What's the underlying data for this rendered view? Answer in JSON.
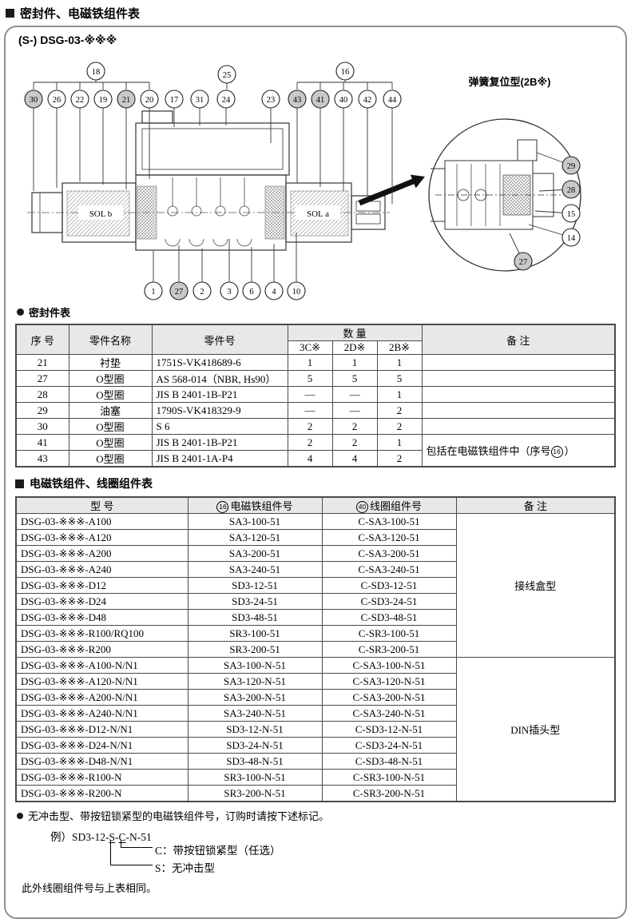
{
  "page": {
    "title": "密封件、电磁铁组件表",
    "model_heading": "(S-) DSG-03-※※※"
  },
  "diagram": {
    "sol_b_label": "SOL b",
    "sol_a_label": "SOL a",
    "detail_title": "弹簧复位型(2B※)",
    "seal_item_numbers": [
      "21",
      "27",
      "28",
      "29",
      "30",
      "41",
      "43"
    ],
    "top_callouts": [
      "18",
      "25",
      "16"
    ],
    "upper_callouts": [
      "30",
      "26",
      "22",
      "19",
      "21",
      "20",
      "17",
      "31",
      "24",
      "23",
      "43",
      "41",
      "40",
      "42",
      "44"
    ],
    "lower_callouts": [
      "1",
      "27",
      "2",
      "3",
      "6",
      "4",
      "10"
    ],
    "detail_callouts": [
      "29",
      "28",
      "15",
      "14",
      "27"
    ]
  },
  "seal_table": {
    "section_title": "密封件表",
    "col_headers": {
      "no": "序 号",
      "name": "零件名称",
      "part_no": "零件号",
      "qty": "数 量",
      "qty_cols": [
        "3C※",
        "2D※",
        "2B※"
      ],
      "remark": "备 注"
    },
    "rows": [
      {
        "no": "21",
        "name": "衬垫",
        "part_no": "1751S-VK418689-6",
        "qty": [
          "1",
          "1",
          "1"
        ],
        "remark": ""
      },
      {
        "no": "27",
        "name": "O型圈",
        "part_no": "AS 568-014（NBR, Hs90）",
        "qty": [
          "5",
          "5",
          "5"
        ],
        "remark": ""
      },
      {
        "no": "28",
        "name": "O型圈",
        "part_no": "JIS B 2401-1B-P21",
        "qty": [
          "—",
          "—",
          "1"
        ],
        "remark": ""
      },
      {
        "no": "29",
        "name": "油塞",
        "part_no": "1790S-VK418329-9",
        "qty": [
          "—",
          "—",
          "2"
        ],
        "remark": ""
      },
      {
        "no": "30",
        "name": "O型圈",
        "part_no": "S 6",
        "qty": [
          "2",
          "2",
          "2"
        ],
        "remark": ""
      },
      {
        "no": "41",
        "name": "O型圈",
        "part_no": "JIS B 2401-1B-P21",
        "qty": [
          "2",
          "2",
          "1"
        ],
        "remark": {
          "prefix": "包括在电磁铁组件中（序号",
          "circled": "16",
          "suffix": "）",
          "rowspan": 2
        }
      },
      {
        "no": "43",
        "name": "O型圈",
        "part_no": "JIS B 2401-1A-P4",
        "qty": [
          "4",
          "4",
          "2"
        ],
        "remark": "merged"
      }
    ]
  },
  "solenoid_table": {
    "section_title": "电磁铁组件、线圈组件表",
    "col_headers": {
      "model": "型  号",
      "solenoid_no_prefix": "16",
      "solenoid_no": "电磁铁组件号",
      "coil_no_prefix": "40",
      "coil_no": "线圈组件号",
      "remark": "备  注"
    },
    "groups": [
      {
        "remark": "接线盒型",
        "rows": [
          [
            "DSG-03-※※※-A100",
            "SA3-100-51",
            "C-SA3-100-51"
          ],
          [
            "DSG-03-※※※-A120",
            "SA3-120-51",
            "C-SA3-120-51"
          ],
          [
            "DSG-03-※※※-A200",
            "SA3-200-51",
            "C-SA3-200-51"
          ],
          [
            "DSG-03-※※※-A240",
            "SA3-240-51",
            "C-SA3-240-51"
          ],
          [
            "DSG-03-※※※-D12",
            "SD3-12-51",
            "C-SD3-12-51"
          ],
          [
            "DSG-03-※※※-D24",
            "SD3-24-51",
            "C-SD3-24-51"
          ],
          [
            "DSG-03-※※※-D48",
            "SD3-48-51",
            "C-SD3-48-51"
          ],
          [
            "DSG-03-※※※-R100/RQ100",
            "SR3-100-51",
            "C-SR3-100-51"
          ],
          [
            "DSG-03-※※※-R200",
            "SR3-200-51",
            "C-SR3-200-51"
          ]
        ]
      },
      {
        "remark": "DIN插头型",
        "rows": [
          [
            "DSG-03-※※※-A100-N/N1",
            "SA3-100-N-51",
            "C-SA3-100-N-51"
          ],
          [
            "DSG-03-※※※-A120-N/N1",
            "SA3-120-N-51",
            "C-SA3-120-N-51"
          ],
          [
            "DSG-03-※※※-A200-N/N1",
            "SA3-200-N-51",
            "C-SA3-200-N-51"
          ],
          [
            "DSG-03-※※※-A240-N/N1",
            "SA3-240-N-51",
            "C-SA3-240-N-51"
          ],
          [
            "DSG-03-※※※-D12-N/N1",
            "SD3-12-N-51",
            "C-SD3-12-N-51"
          ],
          [
            "DSG-03-※※※-D24-N/N1",
            "SD3-24-N-51",
            "C-SD3-24-N-51"
          ],
          [
            "DSG-03-※※※-D48-N/N1",
            "SD3-48-N-51",
            "C-SD3-48-N-51"
          ],
          [
            "DSG-03-※※※-R100-N",
            "SR3-100-N-51",
            "C-SR3-100-N-51"
          ],
          [
            "DSG-03-※※※-R200-N",
            "SR3-200-N-51",
            "C-SR3-200-N-51"
          ]
        ]
      }
    ]
  },
  "notes": {
    "bullet_note": "无冲击型、带按钮锁紧型的电磁铁组件号，订购时请按下述标记。",
    "example_prefix": "例）",
    "example_code": {
      "p1": "SD3-12-",
      "p2": "S",
      "p3": "-",
      "p4": "C",
      "p5": "-N-51"
    },
    "c_note": "C：带按钮锁紧型（任选）",
    "s_note": "S：无冲击型",
    "footer_note": "此外线圈组件号与上表相同。"
  }
}
